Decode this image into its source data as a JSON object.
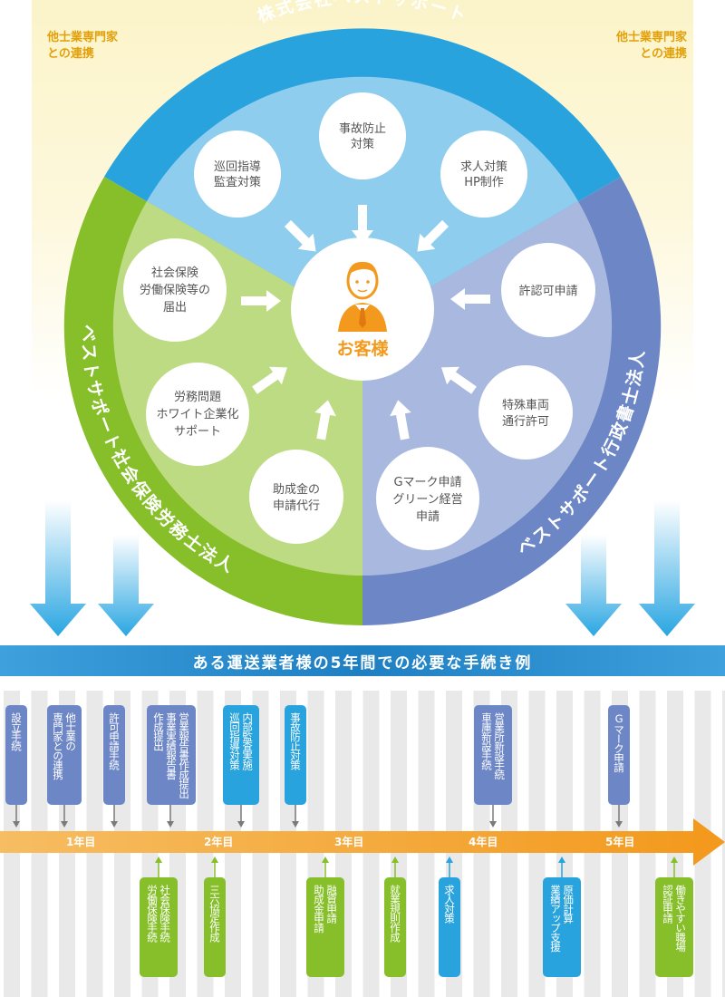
{
  "partners": {
    "left": "他士業専門家\nとの連携",
    "right": "他士業専門家\nとの連携"
  },
  "sectors": {
    "top": "株式会社ベストサポート",
    "left": "ベストサポート社会保険労務士法人",
    "right": "ベストサポート行政書士法人"
  },
  "center": {
    "label": "お客様"
  },
  "services": {
    "s1": [
      "事故防止",
      "対策"
    ],
    "s2": [
      "巡回指導",
      "監査対策"
    ],
    "s3": [
      "求人対策",
      "HP制作"
    ],
    "s4": [
      "社会保険",
      "労働保険等の",
      "届出"
    ],
    "s5": [
      "許認可申請"
    ],
    "s6": [
      "労務問題",
      "ホワイト企業化",
      "サポート"
    ],
    "s7": [
      "特殊車両",
      "通行許可"
    ],
    "s8": [
      "助成金の",
      "申請代行"
    ],
    "s9": [
      "Gマーク申請",
      "グリーン経営",
      "申請"
    ]
  },
  "timeline": {
    "title": "ある運送業者様の5年間での必要な手続き例",
    "years": [
      "1年目",
      "2年目",
      "3年目",
      "4年目",
      "5年目"
    ],
    "top_steps": [
      {
        "lines": [
          "設立手続"
        ]
      },
      {
        "lines": [
          "他士業の",
          "専門家との連携"
        ]
      },
      {
        "lines": [
          "許可申請手続"
        ]
      },
      {
        "lines": [
          "営業報告書作成提出",
          "事業実績報告書",
          "作成提出"
        ]
      },
      {
        "lines": [
          "内部監査実施",
          "巡回指導対策"
        ]
      },
      {
        "lines": [
          "事故防止対策"
        ]
      },
      {
        "lines": [
          "営業所新設手続",
          "車庫新設手続"
        ]
      },
      {
        "lines": [
          "Gマーク申請"
        ]
      }
    ],
    "bottom_steps": [
      {
        "lines": [
          "社会保険手続",
          "労働保険手続"
        ]
      },
      {
        "lines": [
          "三六協定作成"
        ]
      },
      {
        "lines": [
          "融資申請",
          "助成金申請"
        ]
      },
      {
        "lines": [
          "就業規則作成"
        ]
      },
      {
        "lines": [
          "求人対策"
        ]
      },
      {
        "lines": [
          "原価計算",
          "業績アップ支援"
        ]
      },
      {
        "lines": [
          "働きやすい職場",
          "認証申請"
        ]
      }
    ]
  },
  "colors": {
    "top_sector": "#29a3dd",
    "left_sector": "#86bf2a",
    "right_sector": "#6c86c6",
    "orange": "#f39a1e"
  }
}
